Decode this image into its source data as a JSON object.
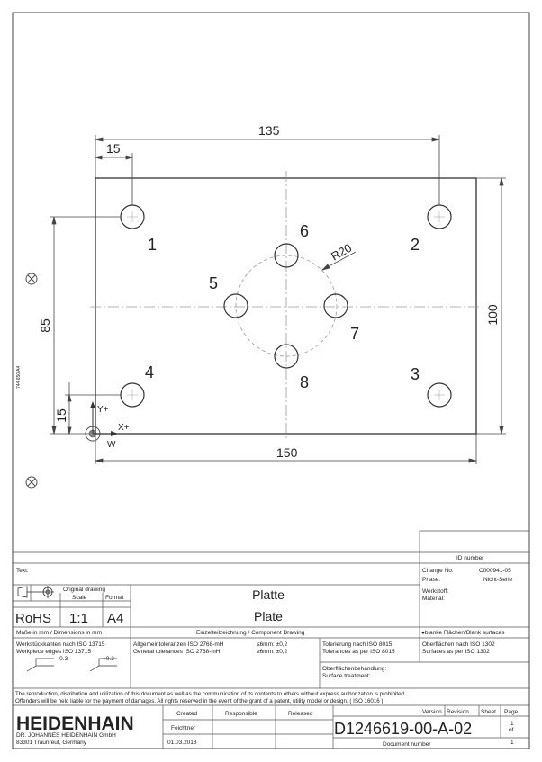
{
  "drawing": {
    "dimensions": {
      "overall_width": "135",
      "left_offset": "15",
      "bottom_width": "150",
      "height": "100",
      "hole_height": "85",
      "bottom_offset": "15",
      "radius": "R20"
    },
    "hole_labels": [
      "1",
      "2",
      "3",
      "4",
      "5",
      "6",
      "7",
      "8"
    ],
    "axis_labels": {
      "y": "Y+",
      "x": "X+",
      "origin": "W"
    },
    "side_code": "744 650 A4"
  },
  "title_block": {
    "id_number_label": "ID number",
    "text_label": "Text:",
    "change_no_label": "Change No.",
    "change_no_value": "C000941-05",
    "phase_label": "Phase:",
    "phase_value": "Nicht-Serie",
    "werkstoff": "Werkstoff:",
    "material": "Material:",
    "original_drawing": "Original drawing",
    "scale_label": "Scale",
    "format_label": "Format",
    "rohs": "RoHS",
    "scale_value": "1:1",
    "format_value": "A4",
    "title_de": "Platte",
    "title_en": "Plate",
    "dims_note": "Maße in mm / Dimensions in mm",
    "drawing_type": "Einzelteilzeichnung   /   Component Drawing",
    "surface_note": "●blanke Flächen/Blank surfaces",
    "edges_de": "Werkstückkanten nach ISO 13715",
    "edges_en": "Workpiece edges ISO 13715",
    "edge_tol_1": "-0.3",
    "edge_tol_2": "+0.3",
    "tol_de": "Allgemeintoleranzen ISO 2768-mH",
    "tol_en": "General tolerances ISO 2768-mH",
    "tol_le6": "≤6mm: ±0,2",
    "tol_gt6": "≥6mm: ±0,2",
    "tolerierung_de": "Tolerierung nach ISO 8015",
    "tolerierung_en": "Tolerances as per ISO 8015",
    "oberfl_de": "Oberflächen nach ISO 1302",
    "oberfl_en": "Surfaces as per ISO 1302",
    "surface_treat_de": "Oberflächenbehandlung:",
    "surface_treat_en": "Surface treatment:",
    "copyright_1": "The reproduction, distribution and utilization of this document as well as the communication of its contents to others without express authorization is prohibited.",
    "copyright_2": "Offenders will be held liable for the payment of damages. All rights reserved in the event of the grant of a patent, utility model or design. ( ISO 16016 )",
    "logo": "HEIDENHAIN",
    "company_1": "DR. JOHANNES HEIDENHAIN GmbH",
    "company_2": "83301 Traunreut, Germany",
    "created_label": "Created",
    "responsible_label": "Responsible",
    "released_label": "Released",
    "created_by": "Feichtner",
    "created_date": "01.03.2018",
    "version_label": "Version",
    "revision_label": "Revision",
    "sheet_label": "Sheet",
    "page_label": "Page",
    "doc_number": "D1246619-00-A-02",
    "sheet_value": "1",
    "of_label": "of",
    "sheet_total": "1",
    "doc_number_label": "Document number"
  }
}
